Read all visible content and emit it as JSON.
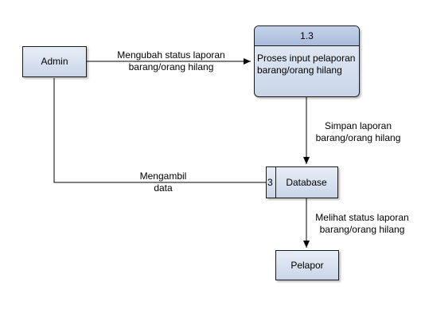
{
  "entities": {
    "admin": {
      "label": "Admin"
    },
    "pelapor": {
      "label": "Pelapor"
    }
  },
  "process": {
    "id": "1.3",
    "label_line1": "Proses input pelaporan",
    "label_line2": "barang/orang hilang"
  },
  "datastore": {
    "id": "3",
    "label": "Database"
  },
  "flows": {
    "admin_to_process": {
      "line1": "Mengubah status laporan",
      "line2": "barang/orang hilang"
    },
    "process_to_db": {
      "line1": "Simpan laporan",
      "line2": "barang/orang hilang"
    },
    "db_to_admin": {
      "line1": "Mengambil",
      "line2": "data"
    },
    "db_to_pelapor": {
      "line1": "Melihat status laporan",
      "line2": "barang/orang hilang"
    }
  },
  "colors": {
    "box_fill_top": "#e8eef7",
    "box_fill_bottom": "#c9d5e8",
    "process_header": "#b4c4e2",
    "stroke": "#1a1a1a"
  }
}
